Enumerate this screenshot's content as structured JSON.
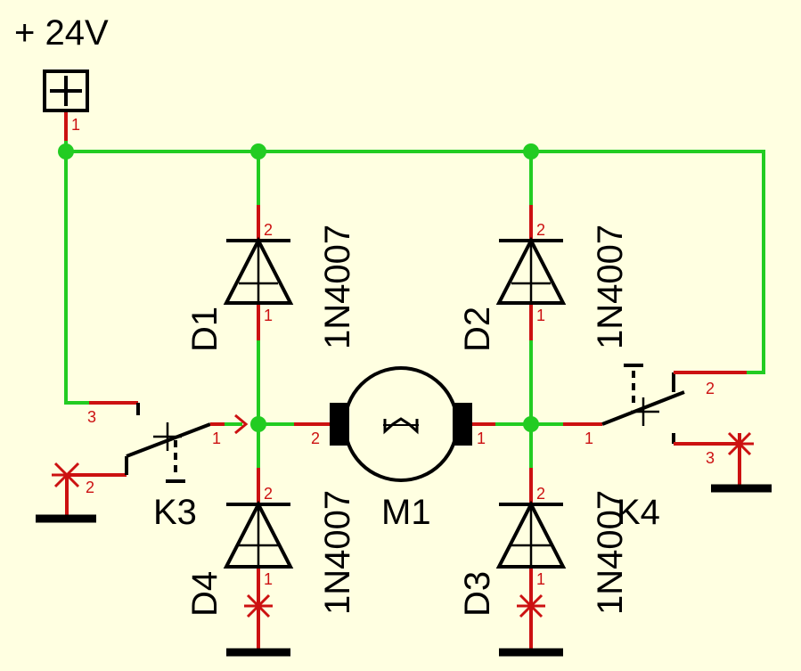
{
  "supply_label": "+ 24V",
  "components": {
    "d1": {
      "ref": "D1",
      "value": "1N4007"
    },
    "d2": {
      "ref": "D2",
      "value": "1N4007"
    },
    "d3": {
      "ref": "D3",
      "value": "1N4007"
    },
    "d4": {
      "ref": "D4",
      "value": "1N4007"
    },
    "m1": {
      "ref": "M1"
    },
    "k3": {
      "ref": "K3"
    },
    "k4": {
      "ref": "K4"
    }
  },
  "pins": {
    "p1": "1",
    "p2": "2",
    "p3": "3"
  }
}
